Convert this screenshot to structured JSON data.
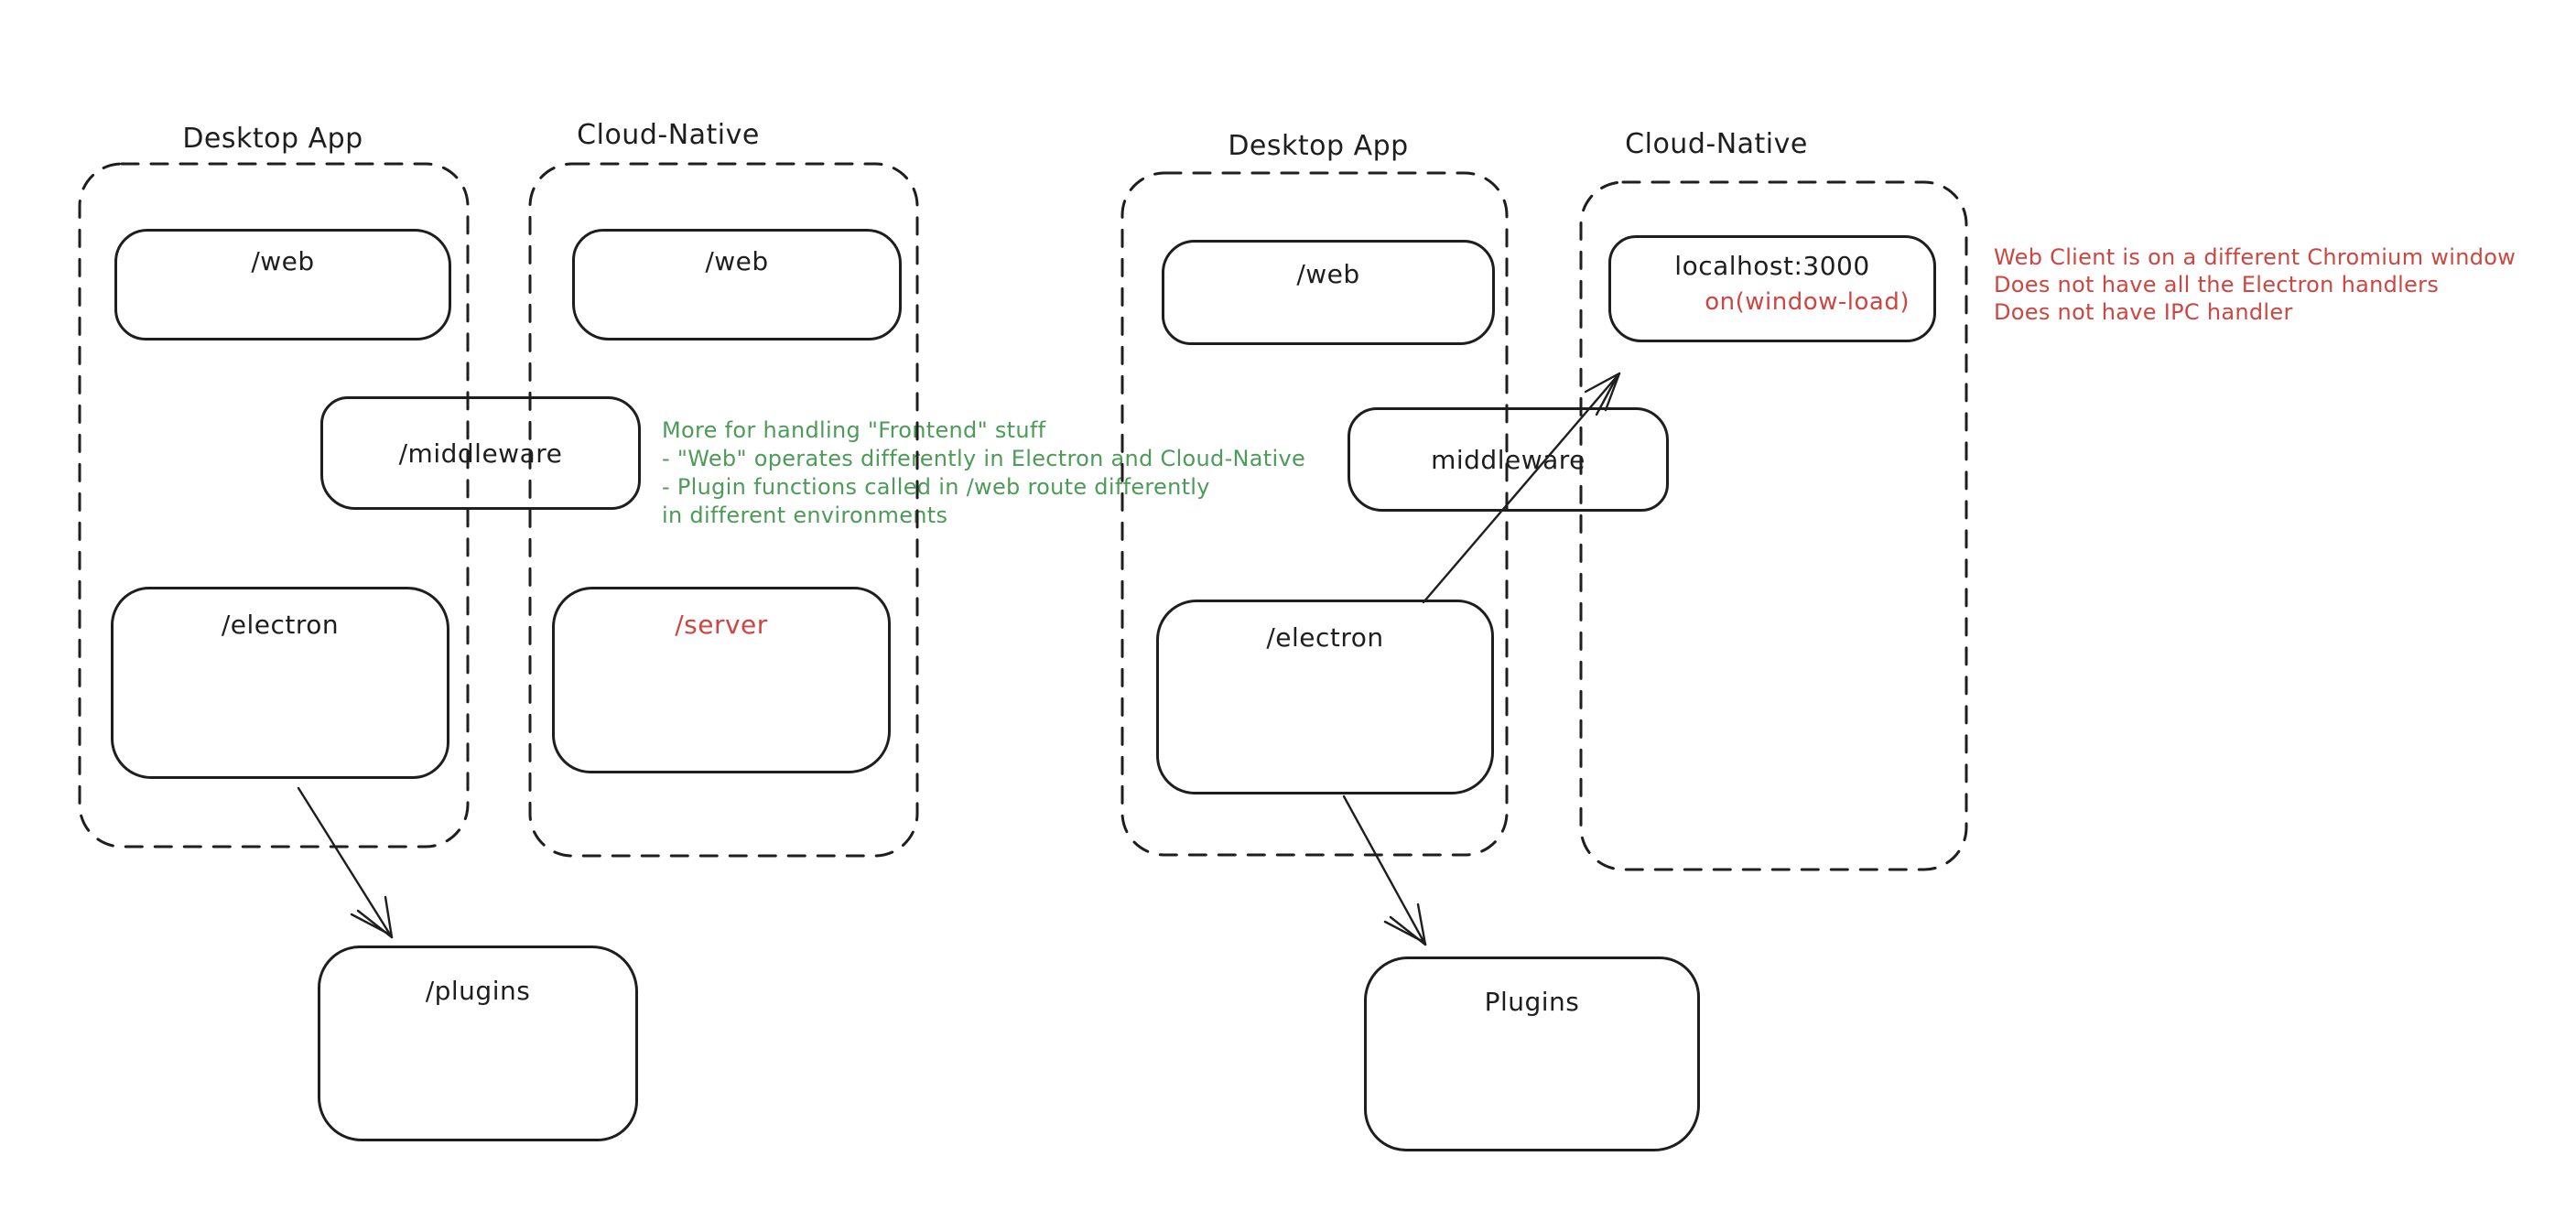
{
  "colors": {
    "background": "#ffffff",
    "stroke": "#1e1e1e",
    "green": "#4d9b58",
    "red": "#cd4641"
  },
  "left_diagram": {
    "desktop_label": "Desktop App",
    "cloud_label": "Cloud-Native",
    "desktop_web": "/web",
    "cloud_web": "/web",
    "middleware": "/middleware",
    "electron": "/electron",
    "server": "/server",
    "plugins": "/plugins"
  },
  "right_diagram": {
    "desktop_label": "Desktop App",
    "cloud_label": "Cloud-Native",
    "desktop_web": "/web",
    "localhost": "localhost:3000",
    "window_load": "on(window-load)",
    "middleware": "middleware",
    "electron": "/electron",
    "plugins": "Plugins"
  },
  "green_note": {
    "lines": [
      "More for handling \"Frontend\" stuff",
      "- \"Web\" operates differently in Electron and Cloud-Native",
      "- Plugin functions called in /web route differently",
      "in different environments"
    ]
  },
  "red_note": {
    "lines": [
      "Web Client is on a different Chromium window",
      "Does not have all the Electron handlers",
      "Does not have IPC handler"
    ]
  }
}
